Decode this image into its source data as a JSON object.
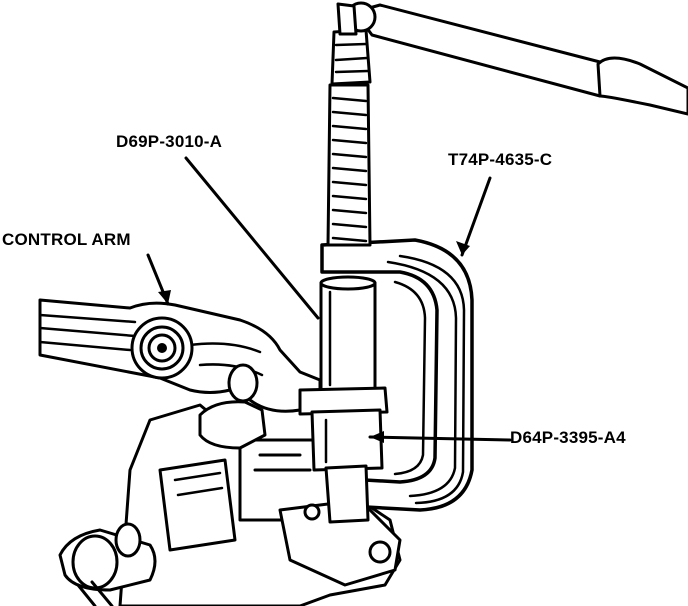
{
  "diagram": {
    "labels": {
      "control_arm": "CONTROL ARM",
      "receiver_cup": "D69P-3010-A",
      "c_clamp": "T74P-4635-C",
      "adapter": "D64P-3395-A4"
    }
  }
}
